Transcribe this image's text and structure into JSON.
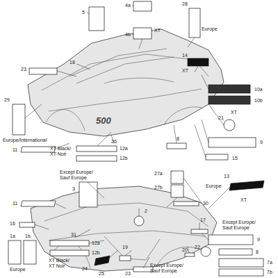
{
  "diagram": {
    "labels": [
      "5",
      "4a",
      "4b",
      "XT",
      "28",
      "Europe",
      "14",
      "XT",
      "10a",
      "10b",
      "XT",
      "23",
      "18",
      "29",
      "Europe/International",
      "11",
      "500",
      "26",
      "21",
      "9",
      "8",
      "15",
      "12a",
      "12b",
      "XT Black/ XT Noir",
      "Except Europe/ Sauf Europe",
      "3",
      "27a",
      "27b",
      "Europe",
      "30",
      "13",
      "XT",
      "11",
      "2",
      "16",
      "17",
      "Except Europe/ Sauf Europe",
      "9",
      "1a",
      "1b",
      "Europe",
      "22",
      "8",
      "7a",
      "7b",
      "12a",
      "12b",
      "XT Black/ XT Noir",
      "31",
      "24",
      "25",
      "19",
      "23",
      "20",
      "Except Europe/ Sauf Europe"
    ]
  }
}
